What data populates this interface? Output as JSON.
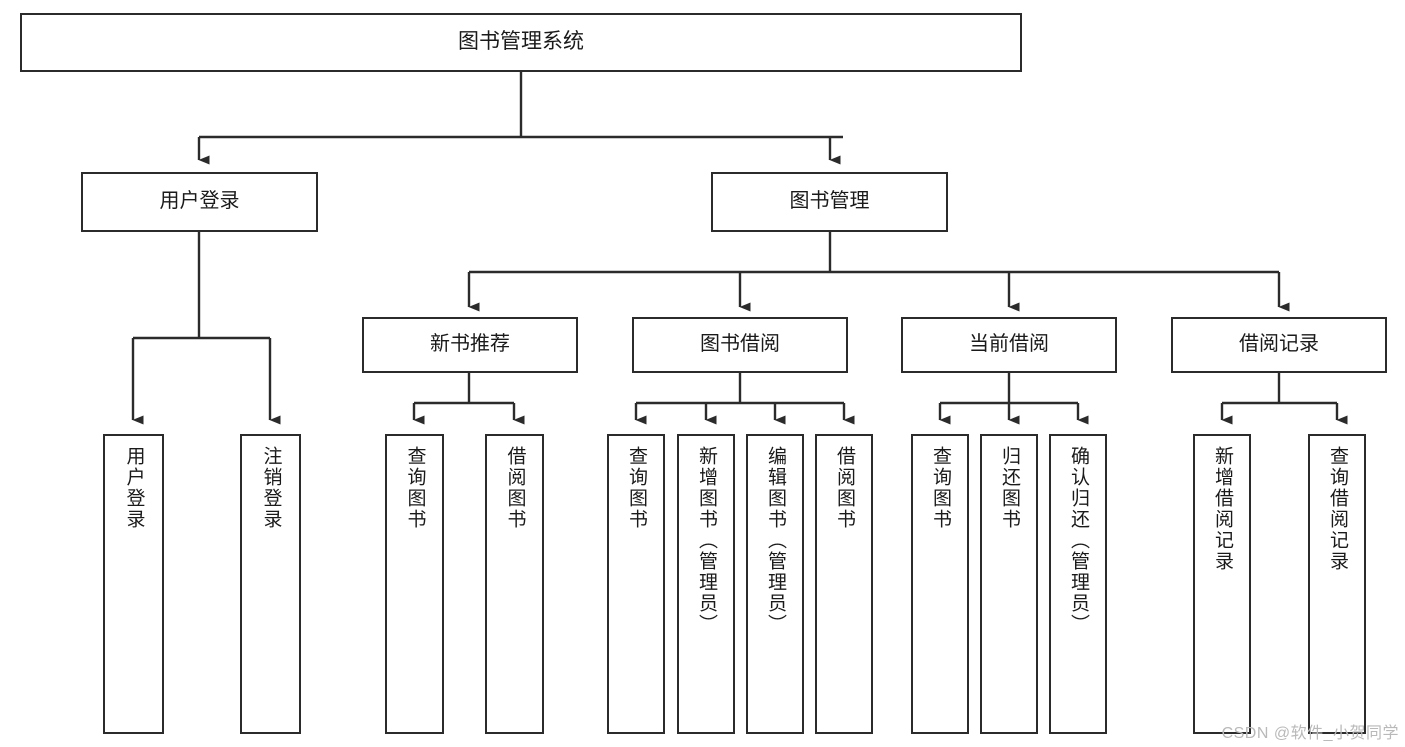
{
  "diagram": {
    "title": "图书管理系统",
    "type": "tree-hierarchy",
    "watermark": "CSDN @软件_小贺同学",
    "colors": {
      "box_border": "#2b2b2b",
      "box_fill": "#ffffff",
      "connector": "#2b2b2b",
      "text": "#1a1a1a",
      "watermark": "#b9b9b9"
    },
    "root": {
      "label": "图书管理系统"
    },
    "level2": [
      {
        "label": "用户登录"
      },
      {
        "label": "图书管理"
      }
    ],
    "level3": [
      {
        "label": "新书推荐"
      },
      {
        "label": "图书借阅"
      },
      {
        "label": "当前借阅"
      },
      {
        "label": "借阅记录"
      }
    ],
    "leaves": {
      "user_login": [
        {
          "label": "用户登录"
        },
        {
          "label": "注销登录"
        }
      ],
      "new_book_recommend": [
        {
          "label": "查询图书"
        },
        {
          "label": "借阅图书"
        }
      ],
      "book_borrow": [
        {
          "label": "查询图书"
        },
        {
          "label": "新增图书（管理员）"
        },
        {
          "label": "编辑图书（管理员）"
        },
        {
          "label": "借阅图书"
        }
      ],
      "current_borrow": [
        {
          "label": "查询图书"
        },
        {
          "label": "归还图书"
        },
        {
          "label": "确认归还（管理员）"
        }
      ],
      "borrow_record": [
        {
          "label": "新增借阅记录"
        },
        {
          "label": "查询借阅记录"
        }
      ]
    }
  }
}
